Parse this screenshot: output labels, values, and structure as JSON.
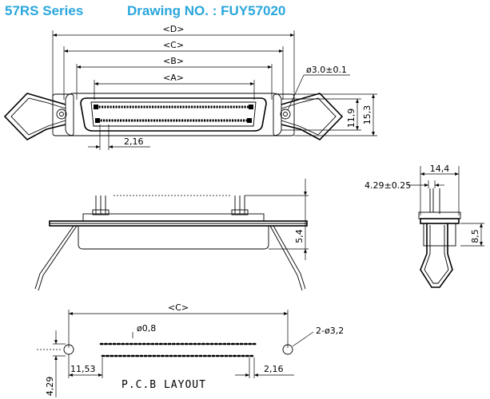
{
  "header": {
    "series": "57RS Series",
    "drawing_no": "Drawing NO. : FUY57020",
    "color": "#2aa6dc"
  },
  "front_view": {
    "dim_d": "<D>",
    "dim_c": "<C>",
    "dim_b": "<B>",
    "dim_a": "<A>",
    "hole_dia": "ø3.0±0.1",
    "pitch": "2,16",
    "height_inner": "11,9",
    "height_outer": "15,3"
  },
  "side_view": {
    "standoff": "5,4"
  },
  "end_view": {
    "width": "14,4",
    "pin_offset": "4.29±0.25",
    "height": "8,5"
  },
  "pcb_layout": {
    "dim_c": "<C>",
    "pin_dia": "ø0,8",
    "mount_holes": "2-ø3,2",
    "offset_x": "11,53",
    "pitch": "2,16",
    "offset_y": "4,29",
    "title": "P.C.B LAYOUT"
  }
}
